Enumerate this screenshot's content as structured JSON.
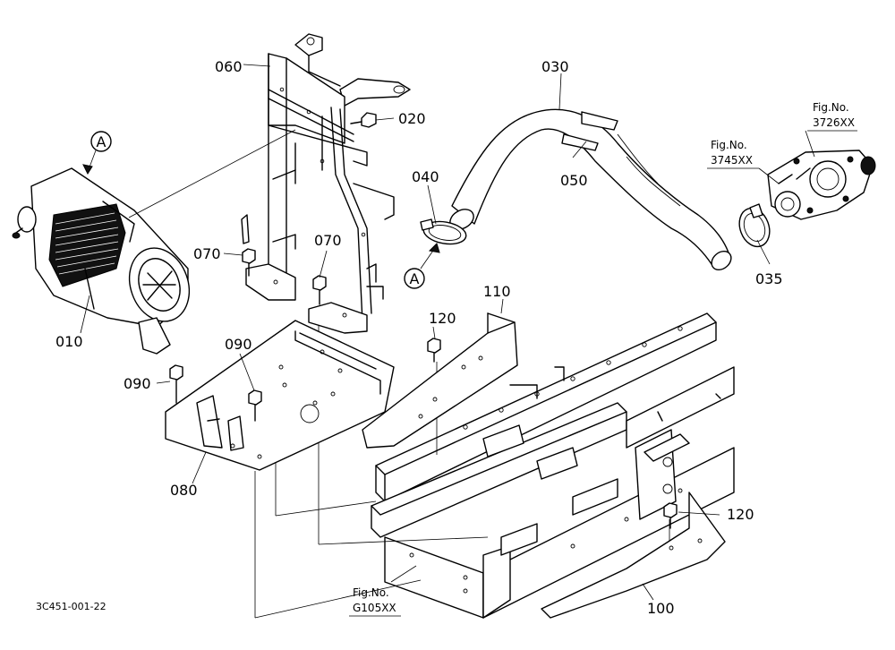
{
  "diagram": {
    "part_labels": {
      "p010": "010",
      "p020": "020",
      "p030": "030",
      "p035": "035",
      "p040": "040",
      "p050": "050",
      "p060": "060",
      "p070a": "070",
      "p070b": "070",
      "p080": "080",
      "p090a": "090",
      "p090b": "090",
      "p100": "100",
      "p110": "110",
      "p120a": "120",
      "p120b": "120"
    },
    "circle_markers": {
      "a_top": "A",
      "a_bottom": "A"
    },
    "fig_refs": {
      "r3726": {
        "line1": "Fig.No.",
        "line2": "3726XX"
      },
      "r3745": {
        "line1": "Fig.No.",
        "line2": "3745XX"
      },
      "rG105": {
        "line1": "Fig.No.",
        "line2": "G105XX"
      }
    },
    "drawing_code": "3C451-001-22"
  }
}
